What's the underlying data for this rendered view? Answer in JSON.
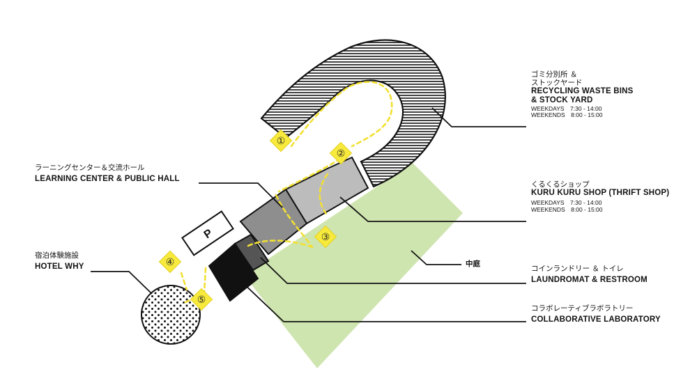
{
  "facilities": {
    "waste": {
      "name_jp_line1": "ゴミ分別所 ＆",
      "name_jp_line2": "ストックヤード",
      "name_en_line1": "RECYCLING WASTE BINS",
      "name_en_line2": "& STOCK YARD",
      "hours_weekdays": "WEEKDAYS　7:30 - 14:00",
      "hours_weekends": "WEEKENDS　8:00 - 15:00"
    },
    "learning": {
      "name_jp": "ラーニングセンター＆交流ホール",
      "name_en": "LEARNING CENTER & PUBLIC HALL"
    },
    "thrift": {
      "name_jp": "くるくるショップ",
      "name_en": "KURU KURU SHOP (THRIFT SHOP)",
      "hours_weekdays": "WEEKDAYS　7:30 - 14:00",
      "hours_weekends": "WEEKENDS　8:00 - 15:00"
    },
    "courtyard": {
      "name_jp": "中庭"
    },
    "hotel": {
      "name_jp": "宿泊体験施設",
      "name_en": "HOTEL WHY"
    },
    "laundry": {
      "name_jp": "コインランドリー ＆ トイレ",
      "name_en": "LAUNDROMAT & RESTROOM"
    },
    "lab": {
      "name_jp": "コラボレーティブラボラトリー",
      "name_en": "COLLABORATIVE LABORATORY"
    }
  },
  "parking_label": "P",
  "route_markers": [
    "①",
    "②",
    "③",
    "④",
    "⑤"
  ],
  "colors": {
    "courtyard": "#cfe5b0",
    "route": "#f2e033",
    "marker_fill": "#f7ea3c",
    "thrift_fill": "#bcbcbc",
    "learning_fill": "#8e8e8e",
    "laundry_fill": "#555555",
    "lab_fill": "#111111",
    "line": "#111111"
  }
}
